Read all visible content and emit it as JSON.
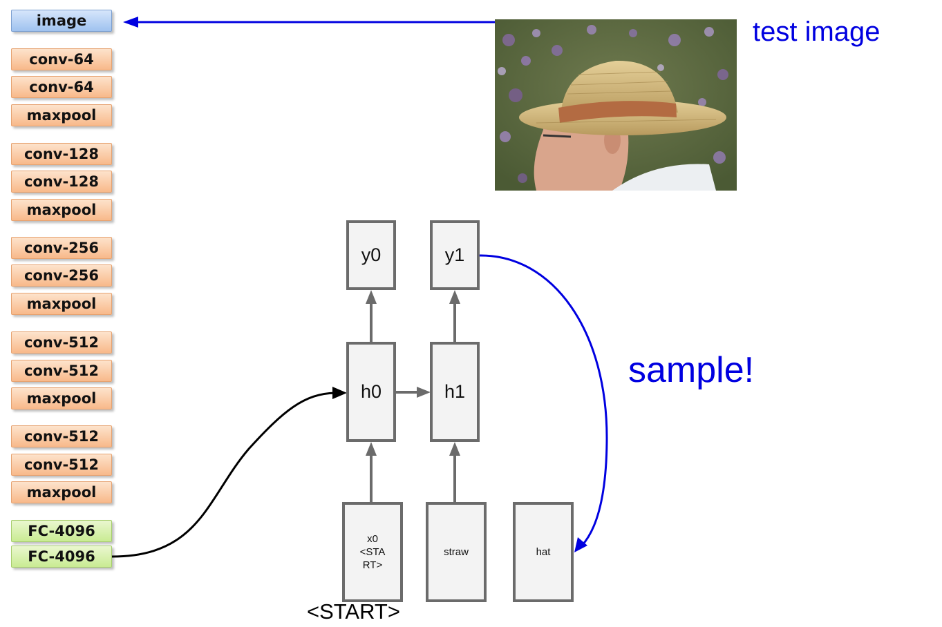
{
  "cnn": {
    "input_label": "image",
    "layers": [
      {
        "label": "conv-64",
        "kind": "conv"
      },
      {
        "label": "conv-64",
        "kind": "conv"
      },
      {
        "label": "maxpool",
        "kind": "pool"
      },
      {
        "label": "conv-128",
        "kind": "conv"
      },
      {
        "label": "conv-128",
        "kind": "conv"
      },
      {
        "label": "maxpool",
        "kind": "pool"
      },
      {
        "label": "conv-256",
        "kind": "conv"
      },
      {
        "label": "conv-256",
        "kind": "conv"
      },
      {
        "label": "maxpool",
        "kind": "pool"
      },
      {
        "label": "conv-512",
        "kind": "conv"
      },
      {
        "label": "conv-512",
        "kind": "conv"
      },
      {
        "label": "maxpool",
        "kind": "pool"
      },
      {
        "label": "conv-512",
        "kind": "conv"
      },
      {
        "label": "conv-512",
        "kind": "conv"
      },
      {
        "label": "maxpool",
        "kind": "pool"
      },
      {
        "label": "FC-4096",
        "kind": "fc"
      },
      {
        "label": "FC-4096",
        "kind": "fc"
      }
    ]
  },
  "rnn": {
    "outputs": [
      "y0",
      "y1"
    ],
    "hidden": [
      "h0",
      "h1"
    ],
    "inputs": [
      "x0\n<STA\nRT>",
      "straw",
      "hat"
    ],
    "start_label": "<START>"
  },
  "annotations": {
    "test_image": "test image",
    "sample": "sample!"
  },
  "colors": {
    "annotation": "#0000e0",
    "box_border": "#6b6b6b",
    "box_fill": "#f3f3f3"
  },
  "photo": {
    "subject": "man-in-straw-hat-photo"
  }
}
